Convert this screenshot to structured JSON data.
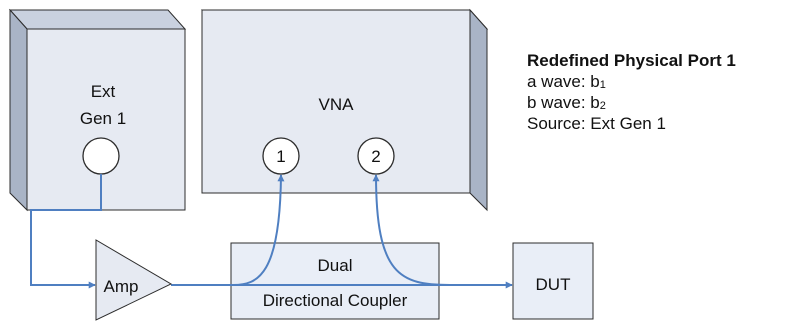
{
  "colors": {
    "box_front": "#e6eaf2",
    "box_top": "#c9d1df",
    "box_side": "#a9b4c6",
    "outline": "#2c2c2c",
    "wire": "#4f7fc1",
    "coupler_fill": "#e9eef7"
  },
  "ext_gen": {
    "label_line1": "Ext",
    "label_line2": "Gen 1"
  },
  "vna": {
    "label": "VNA",
    "port1": "1",
    "port2": "2"
  },
  "amp": {
    "label": "Amp"
  },
  "coupler": {
    "line1": "Dual",
    "line2": "Directional Coupler"
  },
  "dut": {
    "label": "DUT"
  },
  "info": {
    "title": "Redefined Physical Port 1",
    "a_wave_prefix": "a wave: b",
    "a_wave_sub": "1",
    "b_wave_prefix": "b wave: b",
    "b_wave_sub": "2",
    "source": "Source: Ext Gen 1"
  }
}
